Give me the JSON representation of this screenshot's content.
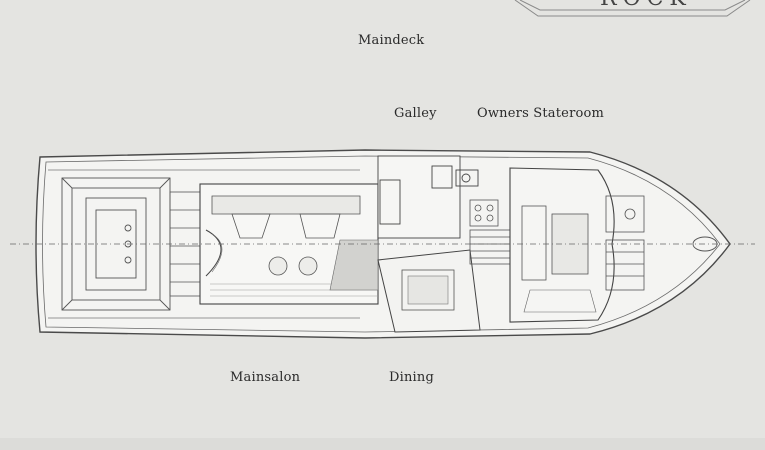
{
  "header": {
    "title_fragment": "ROCK"
  },
  "labels": {
    "maindeck": "Maindeck",
    "galley": "Galley",
    "owners_stateroom": "Owners Stateroom",
    "mainsalon": "Mainsalon",
    "dining": "Dining"
  },
  "colors": {
    "background": "#e4e4e1",
    "line": "#4a4a4a",
    "hull_fill": "#f4f4f2",
    "deck_fill": "#d2d2cf"
  }
}
